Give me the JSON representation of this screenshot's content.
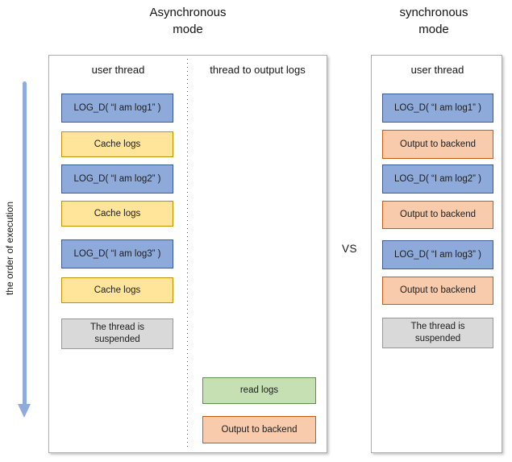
{
  "titles": {
    "left": {
      "line1": "Asynchronous",
      "line2": "mode"
    },
    "right": {
      "line1": "synchronous",
      "line2": "mode"
    },
    "vs": "VS"
  },
  "arrow_label": "the order of execution",
  "left_panel": {
    "column_headers": [
      "user thread",
      "thread to output logs"
    ],
    "user_thread_boxes": [
      {
        "type": "log",
        "label": "LOG_D( “I am log1” )"
      },
      {
        "type": "cache",
        "label": "Cache logs"
      },
      {
        "type": "log",
        "label": "LOG_D( “I am log2” )"
      },
      {
        "type": "cache",
        "label": "Cache logs"
      },
      {
        "type": "log",
        "label": "LOG_D( “I am log3” )"
      },
      {
        "type": "cache",
        "label": "Cache logs"
      },
      {
        "type": "suspended",
        "label": "The thread is suspended"
      }
    ],
    "output_thread_boxes": [
      {
        "type": "read",
        "label": "read logs"
      },
      {
        "type": "backend",
        "label": "Output to backend"
      }
    ]
  },
  "right_panel": {
    "header": "user thread",
    "boxes": [
      {
        "type": "log",
        "label": "LOG_D( “I am log1” )"
      },
      {
        "type": "backend",
        "label": "Output to backend"
      },
      {
        "type": "log",
        "label": "LOG_D( “I am log2” )"
      },
      {
        "type": "backend",
        "label": "Output to backend"
      },
      {
        "type": "log",
        "label": "LOG_D( “I am log3” )"
      },
      {
        "type": "backend",
        "label": "Output to backend"
      },
      {
        "type": "suspended",
        "label": "The thread is suspended"
      }
    ]
  },
  "colors": {
    "log_fill": "#8EAADB",
    "log_border": "#3C5A96",
    "cache_fill": "#FFE599",
    "cache_border": "#BF9000",
    "read_fill": "#C6E0B4",
    "read_border": "#5E9144",
    "backend_fill": "#F8CBAD",
    "backend_border": "#C55A11",
    "suspended_fill": "#D9D9D9",
    "suspended_border": "#979797",
    "arrow": "#8FAADC"
  }
}
